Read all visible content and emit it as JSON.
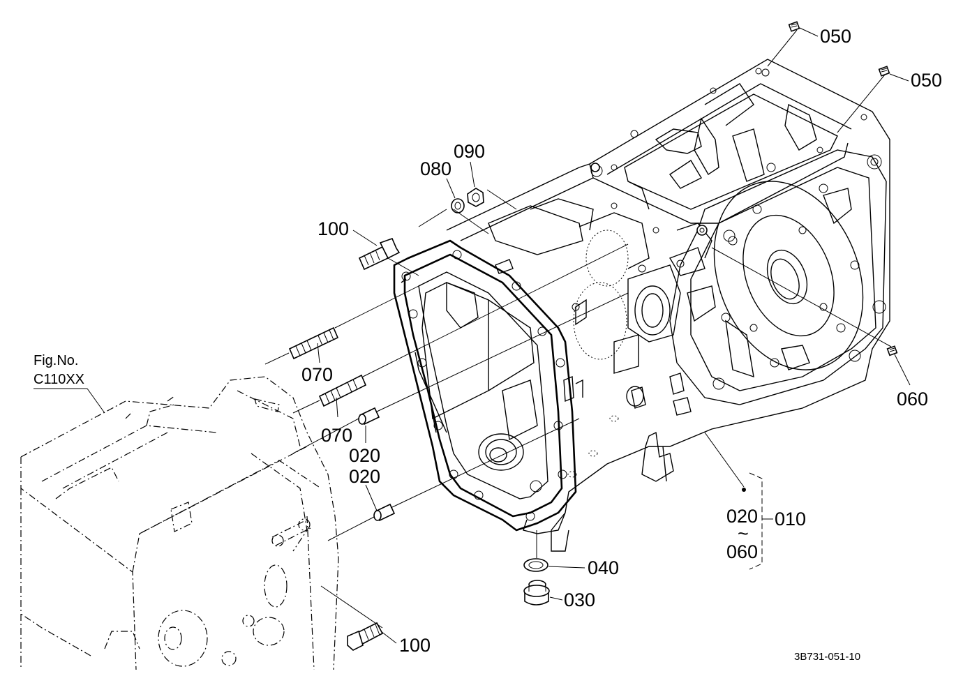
{
  "figure_ref": {
    "line1": "Fig.No.",
    "line2": "C110XX"
  },
  "drawing_number": "3B731-051-10",
  "callouts": {
    "c050a": "050",
    "c050b": "050",
    "c060": "060",
    "c080": "080",
    "c090": "090",
    "c100a": "100",
    "c100b": "100",
    "c070a": "070",
    "c070b": "070",
    "c020a": "020",
    "c020b": "020",
    "c040": "040",
    "c030": "030"
  },
  "assembly_group": {
    "from": "020",
    "tilde": "~",
    "to": "060",
    "assembly": "010"
  }
}
